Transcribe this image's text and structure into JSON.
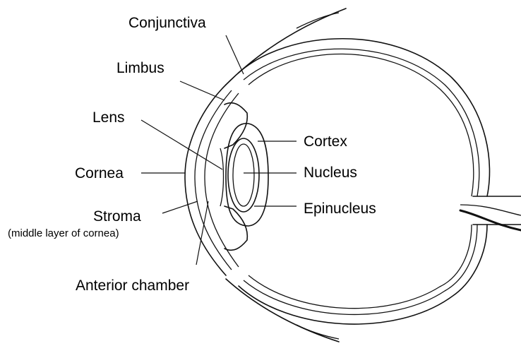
{
  "labels": {
    "conjunctiva": "Conjunctiva",
    "limbus": "Limbus",
    "lens": "Lens",
    "cornea": "Cornea",
    "stroma": "Stroma",
    "stroma_note": "(middle layer of cornea)",
    "anterior_chamber": "Anterior chamber",
    "cortex": "Cortex",
    "nucleus": "Nucleus",
    "epinucleus": "Epinucleus"
  },
  "colors": {
    "line": "#111111",
    "background": "#ffffff"
  }
}
